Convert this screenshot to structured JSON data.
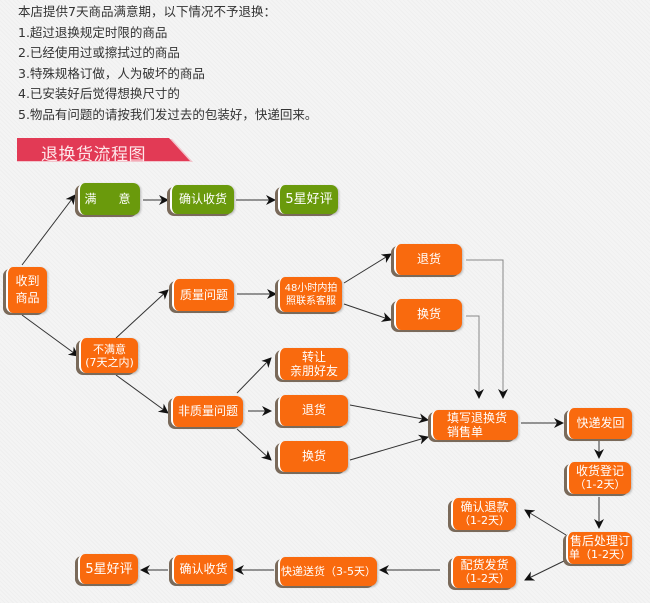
{
  "intro": {
    "heading": "本店提供7天商品满意期，以下情况不予退换：",
    "rules": [
      "1.超过退换规定时限的商品",
      "2.已经使用过或擦拭过的商品",
      "3.特殊规格订做，人为破坏的商品",
      "4.已安装好后觉得想换尺寸的",
      "5.物品有问题的请按我们发过去的包装好，快递回来。"
    ]
  },
  "banner": {
    "title": "退换货流程图",
    "color": "#e23a55"
  },
  "colors": {
    "orange": "#f96a0e",
    "green": "#6a9a0c"
  },
  "nodes": {
    "receive": [
      "收到",
      "商品"
    ],
    "satisfied": "满　意",
    "confirm_top": "确认收货",
    "review_top": "5星好评",
    "unsatisfied": [
      "不满意",
      "(7天之内)"
    ],
    "quality": "质量问题",
    "contact": [
      "48小时内拍",
      "照联系客服"
    ],
    "return_q": "退货",
    "exchange_q": "换货",
    "non_quality": "非质量问题",
    "transfer": [
      "转让",
      "亲朋好友"
    ],
    "return_nq": "退货",
    "exchange_nq": "换货",
    "fill_form": [
      "填写退换货",
      "销售单"
    ],
    "ship_back": "快递发回",
    "register": [
      "收货登记",
      "（1-2天）"
    ],
    "process": [
      "售后处理订",
      "单（1-2天）"
    ],
    "refund": [
      "确认退款",
      "（1-2天）"
    ],
    "dispatch": [
      "配货发货",
      "（1-2天）"
    ],
    "express": "快递送货（3-5天）",
    "confirm_bottom": "确认收货",
    "review_bottom": "5星好评"
  }
}
